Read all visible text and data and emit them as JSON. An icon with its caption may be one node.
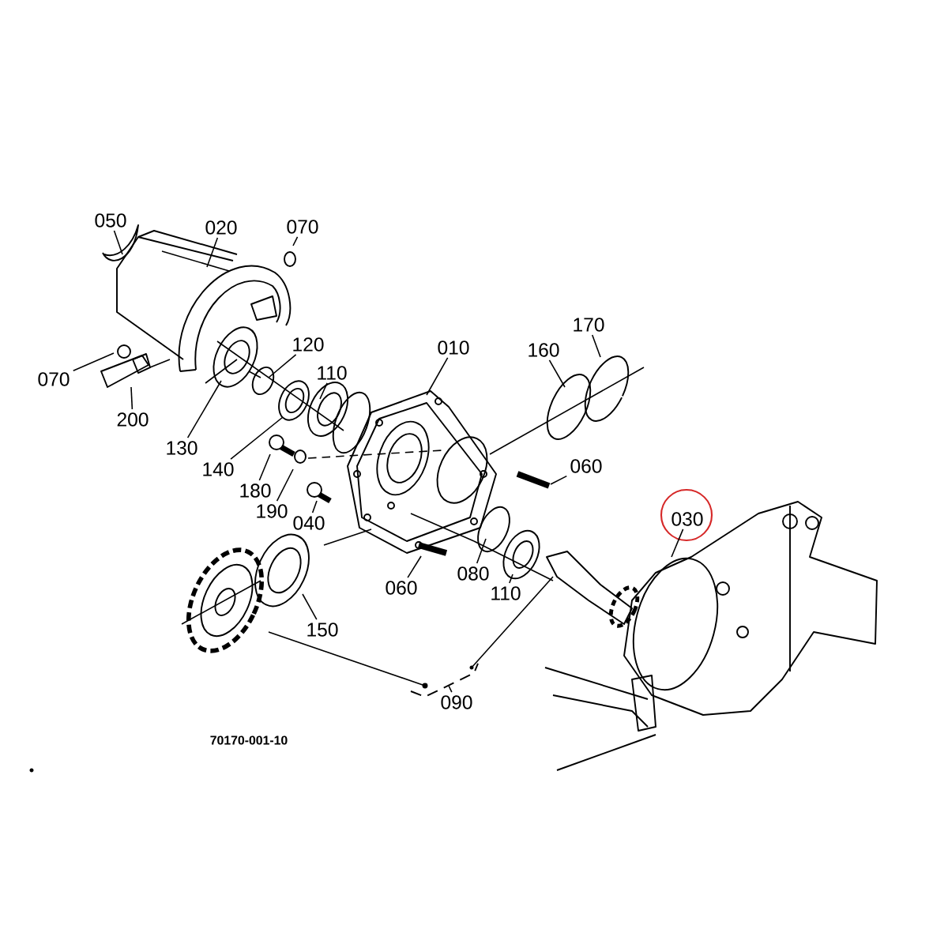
{
  "diagram": {
    "nodes": [
      {
        "text": [
          "050"
        ]
      },
      {
        "text": [
          "020"
        ]
      },
      {
        "text": [
          "070"
        ]
      },
      {
        "text": [
          "070"
        ]
      },
      {
        "text": [
          "200"
        ]
      },
      {
        "text": [
          "130"
        ]
      },
      {
        "text": [
          "120"
        ]
      },
      {
        "text": [
          "140"
        ]
      },
      {
        "text": [
          "110"
        ]
      },
      {
        "text": [
          "010"
        ]
      },
      {
        "text": [
          "160"
        ]
      },
      {
        "text": [
          "170"
        ]
      },
      {
        "text": [
          "060"
        ]
      },
      {
        "text": [
          "180"
        ]
      },
      {
        "text": [
          "190"
        ]
      },
      {
        "text": [
          "040"
        ]
      },
      {
        "text": [
          "030"
        ]
      },
      {
        "text": [
          "060"
        ]
      },
      {
        "text": [
          "080"
        ]
      },
      {
        "text": [
          "110"
        ]
      },
      {
        "text": [
          "150"
        ]
      },
      {
        "text": [
          "090"
        ]
      }
    ],
    "edges": [
      {
        "from": 0,
        "to": null,
        "arrow": "none"
      },
      {
        "from": 1,
        "to": null,
        "arrow": "none"
      },
      {
        "from": 2,
        "to": null,
        "arrow": "none"
      },
      {
        "from": 3,
        "to": null,
        "arrow": "none"
      },
      {
        "from": 4,
        "to": null,
        "arrow": "none"
      },
      {
        "from": 5,
        "to": null,
        "arrow": "none"
      },
      {
        "from": 6,
        "to": null,
        "arrow": "none"
      },
      {
        "from": 7,
        "to": null,
        "arrow": "none"
      },
      {
        "from": 8,
        "to": null,
        "arrow": "none"
      },
      {
        "from": 9,
        "to": null,
        "arrow": "none"
      },
      {
        "from": 10,
        "to": null,
        "arrow": "none"
      },
      {
        "from": 11,
        "to": null,
        "arrow": "none"
      },
      {
        "from": 12,
        "to": null,
        "arrow": "none"
      },
      {
        "from": 13,
        "to": null,
        "arrow": "none"
      },
      {
        "from": 14,
        "to": null,
        "arrow": "none"
      },
      {
        "from": 15,
        "to": null,
        "arrow": "none"
      },
      {
        "from": 16,
        "to": null,
        "arrow": "none"
      },
      {
        "from": 17,
        "to": null,
        "arrow": "none"
      },
      {
        "from": 18,
        "to": null,
        "arrow": "none"
      },
      {
        "from": 19,
        "to": null,
        "arrow": "none"
      },
      {
        "from": 20,
        "to": null,
        "arrow": "none"
      },
      {
        "from": 21,
        "to": null,
        "arrow": "none"
      }
    ],
    "labels": [
      "70170-001-10"
    ]
  }
}
